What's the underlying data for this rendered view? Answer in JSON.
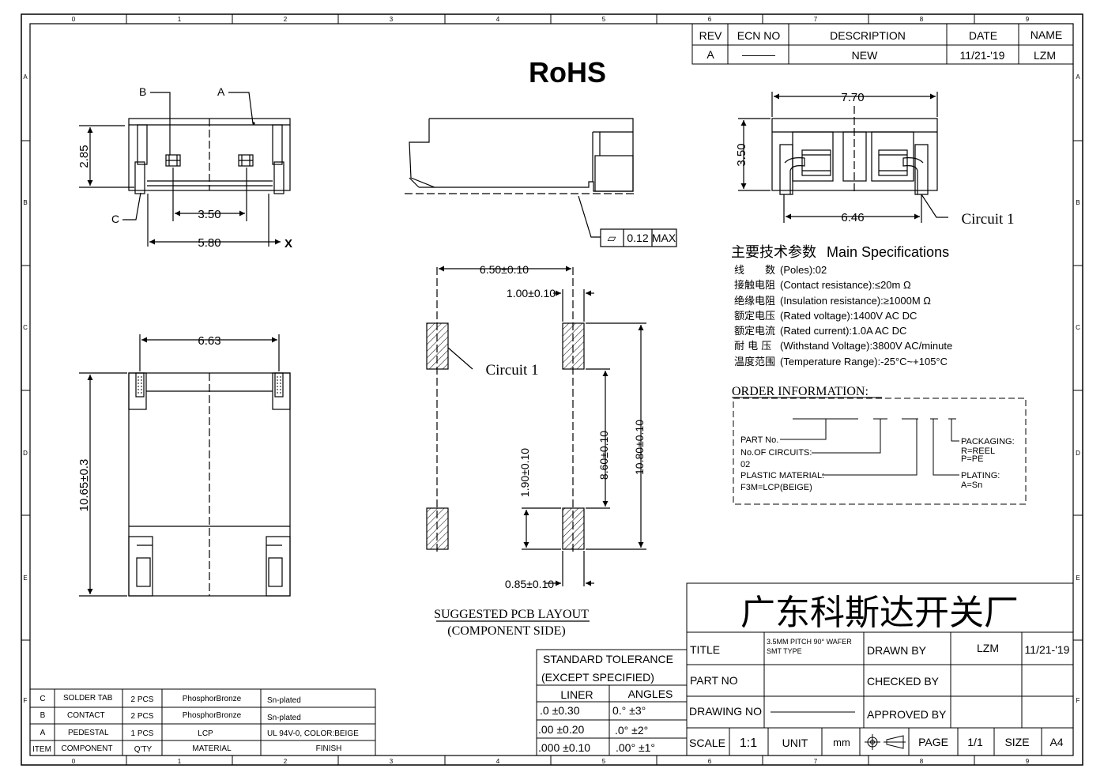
{
  "frame": {
    "col_labels": [
      "0",
      "1",
      "2",
      "3",
      "4",
      "5",
      "6",
      "7",
      "8",
      "9"
    ],
    "row_labels": [
      "A",
      "B",
      "C",
      "D",
      "E",
      "F"
    ]
  },
  "revision": {
    "headers": [
      "REV",
      "ECN NO",
      "DESCRIPTION",
      "DATE",
      "NAME"
    ],
    "row": [
      "A",
      "———",
      "NEW",
      "11/21-'19",
      "LZM"
    ]
  },
  "rohs": "RoHS",
  "top_view": {
    "label_a": "A",
    "label_b": "B",
    "label_c": "C",
    "dim_height": "2.85",
    "dim_pitch": "3.50",
    "dim_width": "5.80",
    "x_mark": "X"
  },
  "side_view": {
    "flatness_symbol": "▱",
    "flatness_value": "0.12",
    "flatness_note": "MAX"
  },
  "end_view": {
    "dim_width": "7.70",
    "dim_height": "3.50",
    "dim_pins": "6.46",
    "circuit_label": "Circuit 1"
  },
  "front_view": {
    "dim_width": "6.63",
    "dim_height": "10.65±0.3"
  },
  "pcb_layout": {
    "dim_span": "6.50±0.10",
    "dim_pad_w": "1.00±0.10",
    "dim_pad_h_small": "1.90±0.10",
    "dim_pitch_v": "8.60±0.10",
    "dim_total_v": "10.80±0.10",
    "dim_pad_bottom": "0.85±0.10",
    "circuit_label": "Circuit 1",
    "caption_1": "SUGGESTED PCB LAYOUT",
    "caption_2": "(COMPONENT SIDE)"
  },
  "specs": {
    "title_cn": "主要技术参数",
    "title_en": "Main Specifications",
    "items": [
      {
        "cn": "线　　数",
        "en": "(Poles):02"
      },
      {
        "cn": "接触电阻",
        "en": "(Contact resistance):≤20m Ω"
      },
      {
        "cn": "绝缘电阻",
        "en": "(Insulation resistance):≥1000M Ω"
      },
      {
        "cn": "额定电压",
        "en": "(Rated voltage):1400V AC DC"
      },
      {
        "cn": "额定电流",
        "en": "(Rated current):1.0A AC DC"
      },
      {
        "cn": "耐 电 压",
        "en": "(Withstand Voltage):3800V AC/minute"
      },
      {
        "cn": "温度范围",
        "en": "(Temperature Range):-25°C~+105°C"
      }
    ]
  },
  "order_info": {
    "title": "ORDER INFORMATION:",
    "part_no": "PART No.",
    "circuits": "No.OF CIRCUITS:",
    "circuits_val": "02",
    "material": "PLASTIC MATERIAL:",
    "material_val": "F3M=LCP(BEIGE)",
    "packaging": "PACKAGING:",
    "packaging_r": "R=REEL",
    "packaging_p": "P=PE",
    "plating": "PLATING:",
    "plating_val": "A=Sn"
  },
  "bom": {
    "rows": [
      [
        "C",
        "SOLDER TAB",
        "2 PCS",
        "PhosphorBronze",
        "Sn-plated"
      ],
      [
        "B",
        "CONTACT",
        "2 PCS",
        "PhosphorBronze",
        "Sn-plated"
      ],
      [
        "A",
        "PEDESTAL",
        "1 PCS",
        "LCP",
        "UL 94V-0, COLOR:BEIGE"
      ]
    ],
    "header": [
      "ITEM",
      "COMPONENT",
      "Q'TY",
      "MATERIAL",
      "FINISH"
    ]
  },
  "tolerance": {
    "title_1": "STANDARD TOLERANCE",
    "title_2": "(EXCEPT  SPECIFIED)",
    "col_liner": "LINER",
    "col_angles": "ANGLES",
    "rows": [
      [
        ".0  ±0.30",
        "0.°  ±3°"
      ],
      [
        ".00  ±0.20",
        ".0°  ±2°"
      ],
      [
        ".000 ±0.10",
        ".00°  ±1°"
      ]
    ]
  },
  "title_block": {
    "company": "广东科斯达开关厂",
    "title_label": "TITLE",
    "title_value_1": "3.5MM PITCH 90° WAFER",
    "title_value_2": "SMT TYPE",
    "drawn_by_label": "DRAWN BY",
    "drawn_by_value": "LZM",
    "drawn_date": "11/21-'19",
    "part_no_label": "PART NO",
    "checked_by_label": "CHECKED BY",
    "drawing_no_label": "DRAWING NO",
    "approved_by_label": "APPROVED BY",
    "scale_label": "SCALE",
    "scale_value": "1:1",
    "unit_label": "UNIT",
    "unit_value": "mm",
    "page_label": "PAGE",
    "page_value": "1/1",
    "size_label": "SIZE",
    "size_value": "A4"
  }
}
